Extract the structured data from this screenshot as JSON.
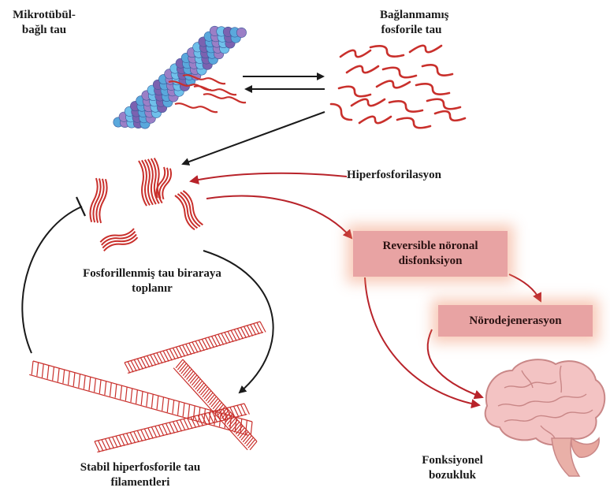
{
  "labels": {
    "microtubule_bound_tau": "Mikrotübül-bağlı tau",
    "unbound_phospho_tau": "Bağlanmamış fosforile tau",
    "hyperphosphorylation": "Hiperfosforilasyon",
    "phospho_tau_aggregates": "Fosforillenmiş tau biraraya toplanır",
    "stable_filaments": "Stabil hiperfosforile tau filamentleri",
    "reversible_dysfunction": "Reversible nöronal disfonksiyon",
    "neurodegeneration": "Nörodejenerasyon",
    "functional_impairment": "Fonksiyonel bozukluk"
  },
  "colors": {
    "tau_red": "#c9302c",
    "box_fill": "#e8a3a3",
    "arrow_red": "#b8232a",
    "arrow_black": "#1a1a1a",
    "mt_blue": "#5aa8dc",
    "mt_purple": "#9b7fc6",
    "brain_pink": "#f3c3c3"
  }
}
